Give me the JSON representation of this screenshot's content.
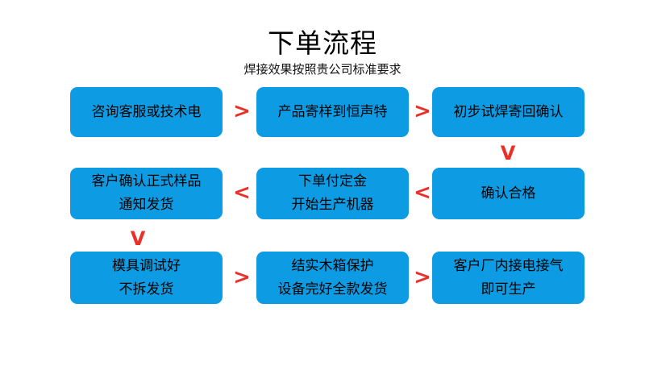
{
  "heading": {
    "title": "下单流程",
    "subtitle": "焊接效果按照贵公司标准要求"
  },
  "colors": {
    "box_fill": "#0D9CE3",
    "arrow": "#E8312A",
    "text": "#000000",
    "background": "#FFFFFF"
  },
  "flow": {
    "rows": [
      {
        "row_id": "row-1",
        "direction": "left-to-right",
        "boxes": [
          {
            "id": "box-1",
            "lines": [
              "咨询客服或技术电"
            ]
          },
          {
            "id": "box-2",
            "lines": [
              "产品寄样到恒声特"
            ]
          },
          {
            "id": "box-3",
            "lines": [
              "初步试焊寄回确认"
            ]
          }
        ],
        "connectors": [
          {
            "id": "arrow-r1-1",
            "glyph": ">",
            "direction": "right"
          },
          {
            "id": "arrow-r1-2",
            "glyph": ">",
            "direction": "right"
          }
        ]
      },
      {
        "row_id": "row-2",
        "direction": "right-to-left",
        "boxes": [
          {
            "id": "box-4",
            "lines": [
              "客户确认正式样品",
              "通知发货"
            ]
          },
          {
            "id": "box-5",
            "lines": [
              "下单付定金",
              "开始生产机器"
            ]
          },
          {
            "id": "box-6",
            "lines": [
              "确认合格"
            ]
          }
        ],
        "connectors": [
          {
            "id": "arrow-r2-1",
            "glyph": "<",
            "direction": "left"
          },
          {
            "id": "arrow-r2-2",
            "glyph": "<",
            "direction": "left"
          }
        ]
      },
      {
        "row_id": "row-3",
        "direction": "left-to-right",
        "boxes": [
          {
            "id": "box-7",
            "lines": [
              "模具调试好",
              "不拆发货"
            ]
          },
          {
            "id": "box-8",
            "lines": [
              "结实木箱保护",
              "设备完好全款发货"
            ]
          },
          {
            "id": "box-9",
            "lines": [
              "客户厂内接电接气",
              "即可生产"
            ]
          }
        ],
        "connectors": [
          {
            "id": "arrow-r3-1",
            "glyph": ">",
            "direction": "right"
          },
          {
            "id": "arrow-r3-2",
            "glyph": ">",
            "direction": "right"
          }
        ]
      }
    ],
    "vertical_connectors": [
      {
        "id": "arrow-down-right",
        "glyph": "V",
        "direction": "down",
        "between": "初步试焊寄回确认 → 确认合格"
      },
      {
        "id": "arrow-down-left",
        "glyph": "V",
        "direction": "down",
        "between": "客户确认正式样品通知发货 → 模具调试好不拆发货"
      }
    ]
  }
}
